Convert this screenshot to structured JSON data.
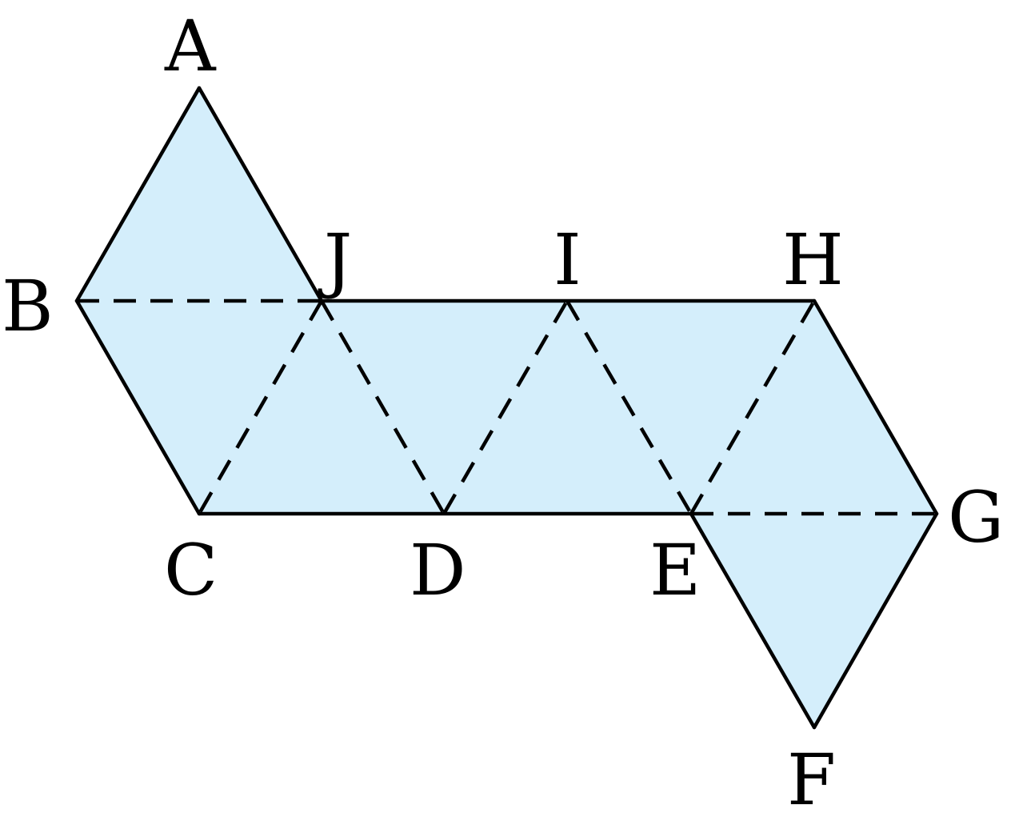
{
  "diagram": {
    "title": "Net of an octahedron",
    "fill_color": "#d4eefb",
    "stroke_color": "#000000",
    "vertices": {
      "A": "A",
      "B": "B",
      "C": "C",
      "D": "D",
      "E": "E",
      "F": "F",
      "G": "G",
      "H": "H",
      "I": "I",
      "J": "J"
    },
    "solid_edges": [
      [
        "A",
        "B"
      ],
      [
        "A",
        "J"
      ],
      [
        "B",
        "C"
      ],
      [
        "C",
        "E"
      ],
      [
        "J",
        "H"
      ],
      [
        "H",
        "G"
      ],
      [
        "G",
        "F"
      ],
      [
        "F",
        "E"
      ]
    ],
    "dashed_edges": [
      [
        "B",
        "J"
      ],
      [
        "J",
        "C"
      ],
      [
        "J",
        "D"
      ],
      [
        "D",
        "I"
      ],
      [
        "I",
        "E"
      ],
      [
        "E",
        "H"
      ],
      [
        "E",
        "G"
      ]
    ]
  }
}
